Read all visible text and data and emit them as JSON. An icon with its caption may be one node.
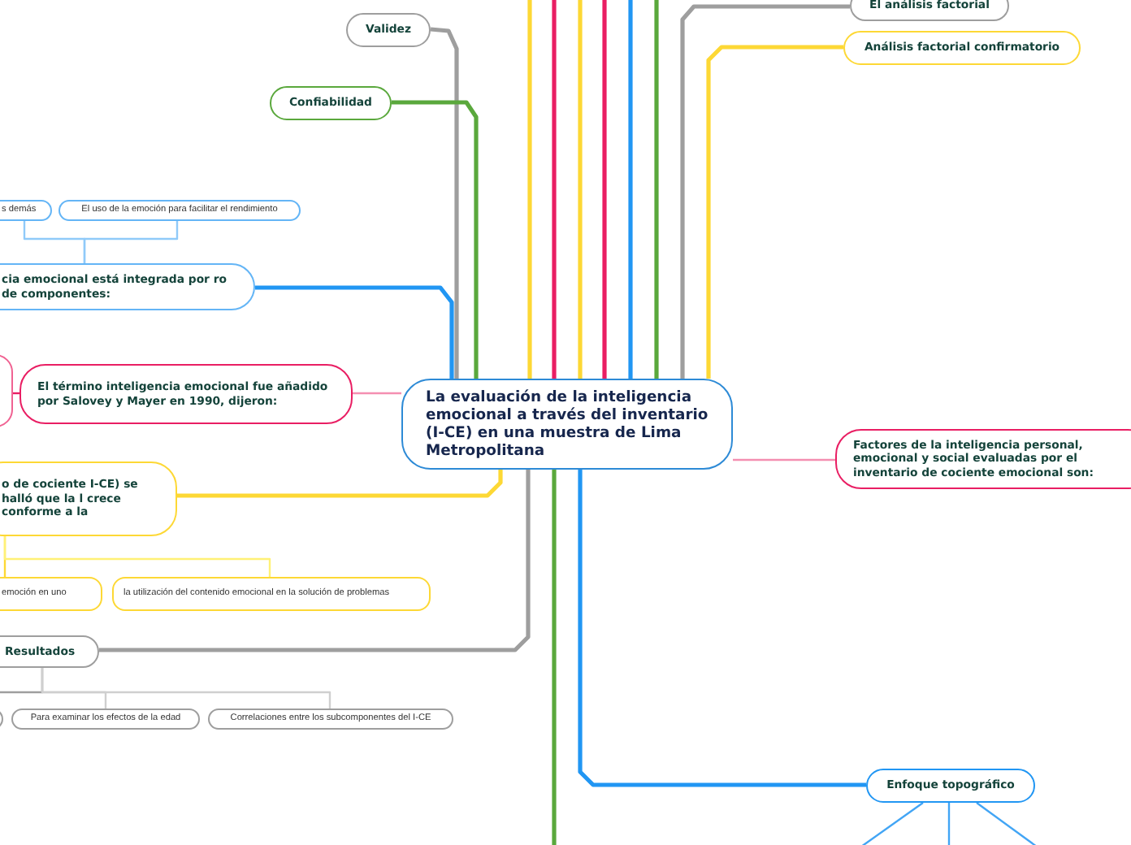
{
  "diagram": {
    "nodes": [
      {
        "text": [
          "La evaluación de la inteligencia emocional a través del inventario (I-CE) en una muestra de Lima Metropolitana"
        ]
      },
      {
        "text": [
          "Validez"
        ]
      },
      {
        "text": [
          "Confiabilidad"
        ]
      },
      {
        "text": [
          "s demás"
        ]
      },
      {
        "text": [
          "El uso de la emoción para facilitar el rendimiento"
        ]
      },
      {
        "text": [
          "cia emocional está integrada por ro de componentes:"
        ]
      },
      {
        "text": [],
        "shape": "box"
      },
      {
        "text": [
          "El término inteligencia emocional fue añadido por Salovey y Mayer en 1990, dijeron:"
        ]
      },
      {
        "text": [
          "o de cociente I-CE) se halló que la l crece conforme a la"
        ]
      },
      {
        "text": [
          "emoción en uno"
        ]
      },
      {
        "text": [
          "la utilización del contenido emocional en la solución de problemas"
        ]
      },
      {
        "text": [
          "Resultados"
        ]
      },
      {
        "text": [],
        "shape": "box"
      },
      {
        "text": [
          "Para examinar los efectos de la edad"
        ]
      },
      {
        "text": [
          "Correlaciones entre los subcomponentes del I-CE"
        ]
      },
      {
        "text": [
          "El análisis factorial"
        ]
      },
      {
        "text": [
          "Análisis factorial confirmatorio"
        ]
      },
      {
        "text": [
          "Factores de la inteligencia personal, emocional y social evaluadas por el inventario de cociente emocional son:"
        ]
      },
      {
        "text": [
          "Enfoque topográfico"
        ]
      }
    ],
    "edges": [
      {
        "from": 0,
        "to": 1,
        "arrow": "none",
        "color": "#9e9e9e"
      },
      {
        "from": 0,
        "to": 2,
        "arrow": "none",
        "color": "#5aa83c"
      },
      {
        "from": 0,
        "to": 5,
        "arrow": "none",
        "color": "#2196f3"
      },
      {
        "from": 0,
        "to": 7,
        "arrow": "none",
        "color": "#f48fb1"
      },
      {
        "from": 0,
        "to": 8,
        "arrow": "none",
        "color": "#fdd835"
      },
      {
        "from": 0,
        "to": 11,
        "arrow": "none",
        "color": "#9e9e9e"
      },
      {
        "from": 0,
        "to": 17,
        "arrow": "none",
        "color": "#f48fb1"
      },
      {
        "from": 0,
        "to": 18,
        "arrow": "none",
        "color": "#2196f3"
      },
      {
        "from": 0,
        "to": 15,
        "arrow": "none",
        "color": "#9e9e9e"
      },
      {
        "from": 0,
        "to": 16,
        "arrow": "none",
        "color": "#fdd835"
      },
      {
        "from": 0,
        "to": null,
        "arrow": "none",
        "color": "#fdd835"
      },
      {
        "from": 0,
        "to": null,
        "arrow": "none",
        "color": "#e91e63"
      },
      {
        "from": 0,
        "to": null,
        "arrow": "none",
        "color": "#fdd835"
      },
      {
        "from": 0,
        "to": null,
        "arrow": "none",
        "color": "#e91e63"
      },
      {
        "from": 0,
        "to": null,
        "arrow": "none",
        "color": "#2196f3"
      },
      {
        "from": 0,
        "to": null,
        "arrow": "none",
        "color": "#5aa83c"
      },
      {
        "from": 0,
        "to": null,
        "arrow": "none",
        "color": "#5aa83c"
      },
      {
        "from": 5,
        "to": 3,
        "arrow": "none",
        "color": "#90caf9"
      },
      {
        "from": 5,
        "to": 4,
        "arrow": "none",
        "color": "#90caf9"
      },
      {
        "from": 7,
        "to": 6,
        "arrow": "none",
        "color": "#e91e63"
      },
      {
        "from": 8,
        "to": 9,
        "arrow": "none",
        "color": "#fdd835"
      },
      {
        "from": 8,
        "to": 10,
        "arrow": "none",
        "color": "#fff176"
      },
      {
        "from": 11,
        "to": 12,
        "arrow": "none",
        "color": "#9e9e9e"
      },
      {
        "from": 11,
        "to": 13,
        "arrow": "none",
        "color": "#cfcfcf"
      },
      {
        "from": 11,
        "to": 14,
        "arrow": "none",
        "color": "#cfcfcf"
      },
      {
        "from": 18,
        "to": null,
        "arrow": "none",
        "color": "#42a5f5"
      },
      {
        "from": 18,
        "to": null,
        "arrow": "none",
        "color": "#42a5f5"
      },
      {
        "from": 18,
        "to": null,
        "arrow": "none",
        "color": "#42a5f5"
      }
    ]
  }
}
